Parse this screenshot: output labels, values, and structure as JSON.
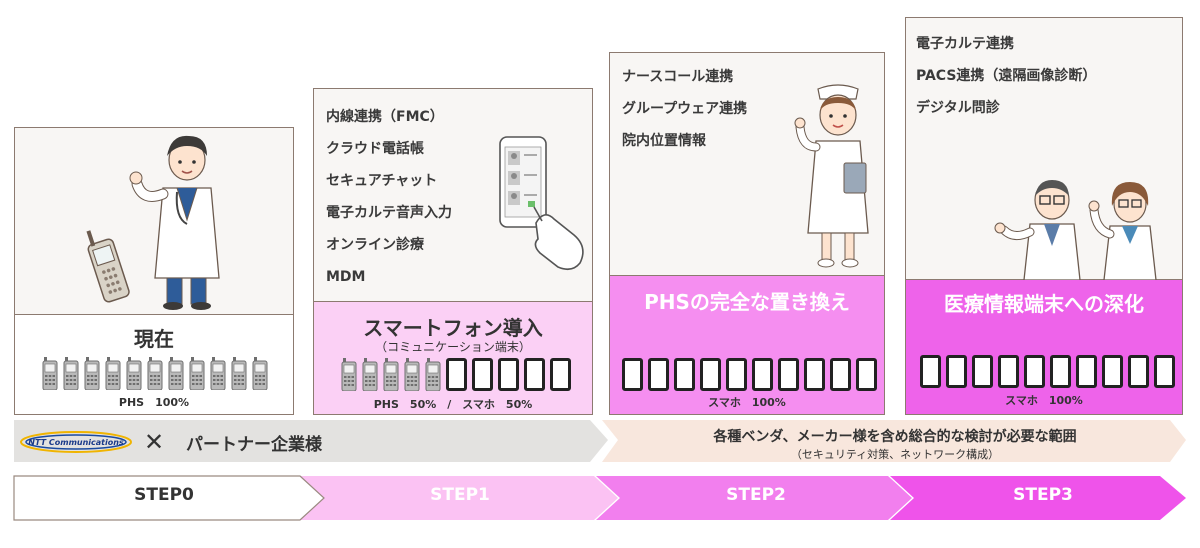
{
  "colors": {
    "box_bg": "#f8f6f4",
    "border": "#8c7a70",
    "step1_band": "#fbd0f5",
    "step2_band": "#f58ef0",
    "step3_band": "#ee63ea",
    "step0_arrow": "#ffffff",
    "step1_arrow": "#fbc2f3",
    "step2_arrow": "#f27fee",
    "step3_arrow": "#ef53ea",
    "partner_bar": "#e3e2e0",
    "wide_bar": "#f8e7dd"
  },
  "steps": [
    {
      "id": "step0",
      "title": "現在",
      "caption": "PHS　100%",
      "items": [],
      "feature_phones": 11,
      "smartphones": 0
    },
    {
      "id": "step1",
      "title": "スマートフォン導入",
      "subtitle": "（コミュニケーション端末）",
      "caption": "PHS　50%　/　スマホ　50%",
      "items": [
        "内線連携（FMC）",
        "クラウド電話帳",
        "セキュアチャット",
        "電子カルテ音声入力",
        "オンライン診療",
        "MDM"
      ],
      "feature_phones": 5,
      "smartphones": 5
    },
    {
      "id": "step2",
      "title": "PHSの完全な置き換え",
      "caption": "スマホ　100%",
      "items": [
        "ナースコール連携",
        "グループウェア連携",
        "院内位置情報"
      ],
      "feature_phones": 0,
      "smartphones": 10
    },
    {
      "id": "step3",
      "title": "医療情報端末への深化",
      "caption": "スマホ　100%",
      "items": [
        "電子カルテ連携",
        "PACS連携（遠隔画像診断）",
        "デジタル問診"
      ],
      "feature_phones": 0,
      "smartphones": 10
    }
  ],
  "partner_bar": {
    "logo_text": "NTT Communications",
    "cross": "✕",
    "label": "パートナー企業様"
  },
  "wide_bar": {
    "line1": "各種ベンダ、メーカー様を含め総合的な検討が必要な範囲",
    "line2": "（セキュリティ対策、ネットワーク構成）"
  },
  "step_labels": [
    "STEP0",
    "STEP1",
    "STEP2",
    "STEP3"
  ]
}
